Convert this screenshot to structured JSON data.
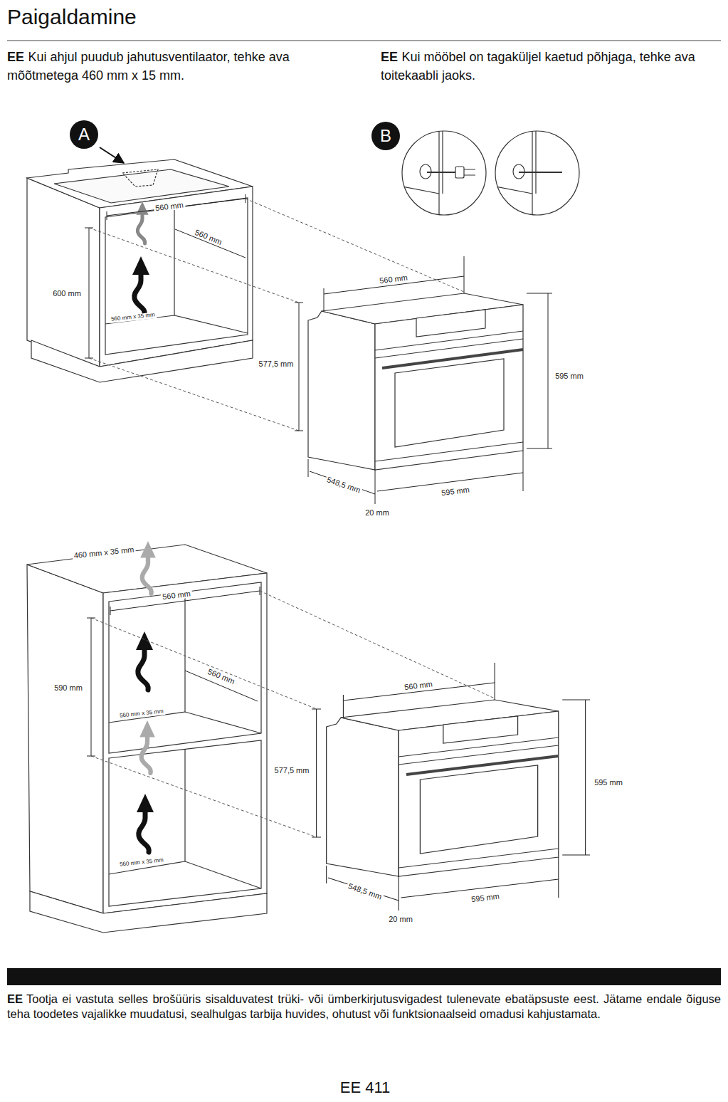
{
  "diagram": {
    "title": "Paigaldamine",
    "nodes": [
      {
        "text": [
          "A"
        ]
      },
      {
        "text": [
          "B"
        ]
      }
    ],
    "labels": [
      "EE",
      "Kui ahjul puudub jahutusventilaator, tehke ava mõõtmetega 460 mm x 15 mm.",
      "EE",
      "Kui mööbel on tagaküljel kaetud põhjaga, tehke ava toitekaabli jaoks.",
      "560 mm",
      "560 mm",
      "600 mm",
      "560 mm x 35 mm",
      "560 mm",
      "577,5 mm",
      "595 mm",
      "548,5 mm",
      "595 mm",
      "20 mm",
      "460 mm x 35 mm",
      "560 mm",
      "590 mm",
      "560 mm",
      "560 mm x 35 mm",
      "560 mm x 35 mm",
      "560 mm",
      "577,5 mm",
      "595 mm",
      "548,5 mm",
      "595 mm",
      "20 mm",
      "EE",
      "Tootja ei vastuta selles brošüüris sisalduvatest trüki- või ümberkirjutusvigadest tulenevate ebatäpsuste eest. Jätame endale õiguse teha toodetes vajalikke muudatusi, sealhulgas tarbija huvides, ohutust või funktsionaalseid omadusi kahjustamata.",
      "EE 411"
    ]
  }
}
